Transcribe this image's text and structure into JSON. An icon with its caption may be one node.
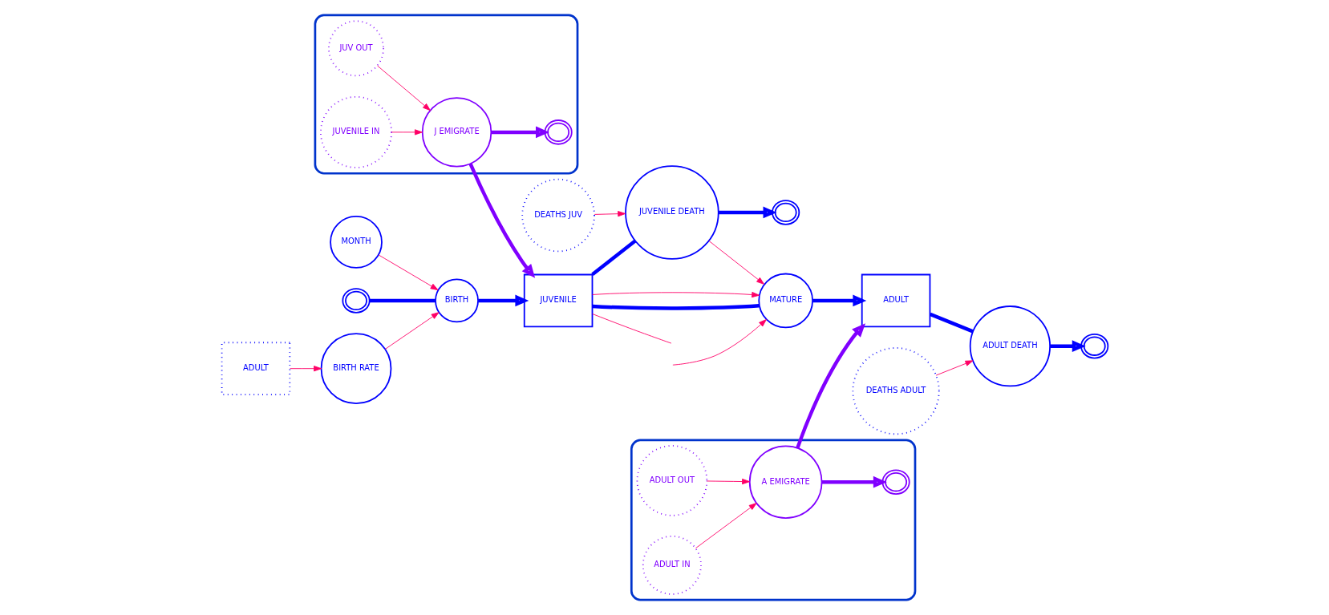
{
  "diagram": {
    "nodes": [
      {
        "text": [],
        "shape": "ellipse"
      },
      {
        "text": [
          "JUV OUT"
        ],
        "in": 0
      },
      {
        "text": [
          "JUVENILE IN"
        ],
        "in": 0
      },
      {
        "text": [],
        "shape": "cloud",
        "in": 0
      },
      {
        "text": [
          "J EMIGRATE"
        ],
        "in": 0
      },
      {
        "text": [
          "DEATHS JUV"
        ]
      },
      {
        "text": [],
        "shape": "ellipse"
      },
      {
        "text": [
          "ADULT OUT"
        ],
        "in": 6
      },
      {
        "text": [],
        "shape": "cloud",
        "in": 6
      },
      {
        "text": [
          "ADULT IN"
        ],
        "in": 6
      },
      {
        "text": [
          "A EMIGRATE"
        ],
        "in": 6
      },
      {
        "text": [],
        "shape": "cloud"
      },
      {
        "text": [
          "JUVENILE DEATH"
        ]
      },
      {
        "text": [
          "MONTH"
        ]
      },
      {
        "text": [
          "DEATHS ADULT"
        ]
      },
      {
        "text": [],
        "shape": "cloud"
      },
      {
        "text": [
          "BIRTH"
        ]
      },
      {
        "text": [
          "JUVENILE"
        ]
      },
      {
        "text": [
          "MATURE"
        ]
      },
      {
        "text": [
          "ADULT"
        ]
      },
      {
        "text": [
          "ADULT DEATH"
        ]
      },
      {
        "text": [],
        "shape": "cloud"
      },
      {
        "text": [
          "ADULT"
        ]
      },
      {
        "text": [
          "BIRTH RATE"
        ]
      }
    ],
    "edges": [
      {
        "from": 15,
        "to": 16,
        "arrow": "none",
        "style": "thick",
        "color": "#0000ff"
      },
      {
        "from": 16,
        "to": 17,
        "arrow": "to",
        "style": "thick",
        "color": "#0000ff"
      },
      {
        "from": 17,
        "to": 18,
        "arrow": "none",
        "style": "thick",
        "color": "#0000ff"
      },
      {
        "from": 18,
        "to": 19,
        "arrow": "to",
        "style": "thick",
        "color": "#0000ff"
      },
      {
        "from": 19,
        "to": 20,
        "arrow": "none",
        "style": "thick",
        "color": "#0000ff"
      },
      {
        "from": 20,
        "to": 21,
        "arrow": "to",
        "style": "thick",
        "color": "#0000ff"
      },
      {
        "from": 17,
        "to": 12,
        "arrow": "none",
        "style": "thick",
        "color": "#0000ff"
      },
      {
        "from": 12,
        "to": 11,
        "arrow": "to",
        "style": "thick",
        "color": "#0000ff"
      },
      {
        "from": 4,
        "to": 17,
        "arrow": "to",
        "style": "thick",
        "color": "#8000ff"
      },
      {
        "from": 4,
        "to": 3,
        "arrow": "to",
        "style": "thick",
        "color": "#8000ff"
      },
      {
        "from": 10,
        "to": 19,
        "arrow": "to",
        "style": "thick",
        "color": "#8000ff"
      },
      {
        "from": 10,
        "to": 8,
        "arrow": "to",
        "style": "thick",
        "color": "#8000ff"
      },
      {
        "from": 1,
        "to": 4,
        "arrow": "to"
      },
      {
        "from": 2,
        "to": 4,
        "arrow": "to"
      },
      {
        "from": 5,
        "to": 12,
        "arrow": "to"
      },
      {
        "from": 7,
        "to": 10,
        "arrow": "to"
      },
      {
        "from": 9,
        "to": 10,
        "arrow": "to"
      },
      {
        "from": 13,
        "to": 16,
        "arrow": "to"
      },
      {
        "from": 22,
        "to": 23,
        "arrow": "to"
      },
      {
        "from": 23,
        "to": 16,
        "arrow": "to"
      },
      {
        "from": 12,
        "to": 18,
        "arrow": "to"
      },
      {
        "from": 17,
        "to": 18,
        "arrow": "to"
      },
      {
        "from": 14,
        "to": 20,
        "arrow": "to"
      },
      {
        "from": 17,
        "to": null,
        "arrow": "none"
      },
      {
        "from": null,
        "to": 18,
        "arrow": "to"
      }
    ]
  }
}
